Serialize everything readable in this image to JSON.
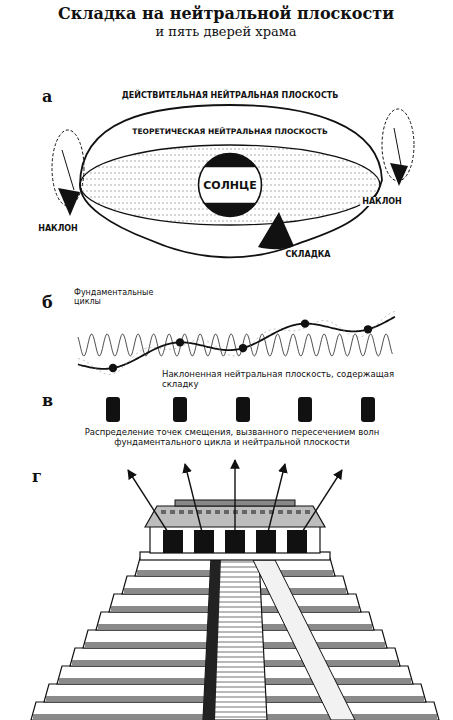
{
  "diagram": {
    "title": "Складка на нейтральной плоскости",
    "nodes": [
      {
        "text": [
          "СОЛНЦЕ"
        ]
      }
    ],
    "labels": [
      "и пять дверей храма",
      "а",
      "ДЕЙСТВИТЕЛЬНАЯ НЕЙТРАЛЬНАЯ ПЛОСКОСТЬ",
      "ТЕОРЕТИЧЕСКАЯ НЕЙТРАЛЬНАЯ ПЛОСКОСТЬ",
      "НАКЛОН",
      "НАКЛОН",
      "СКЛАДКА",
      "б",
      "Фундаментальные циклы",
      "Наклоненная нейтральная плоскость, содержащая складку",
      "в",
      "Распределение точек смещения, вызванного пересечением волн фундаментального цикла и нейтральной плоскости",
      "г"
    ]
  }
}
